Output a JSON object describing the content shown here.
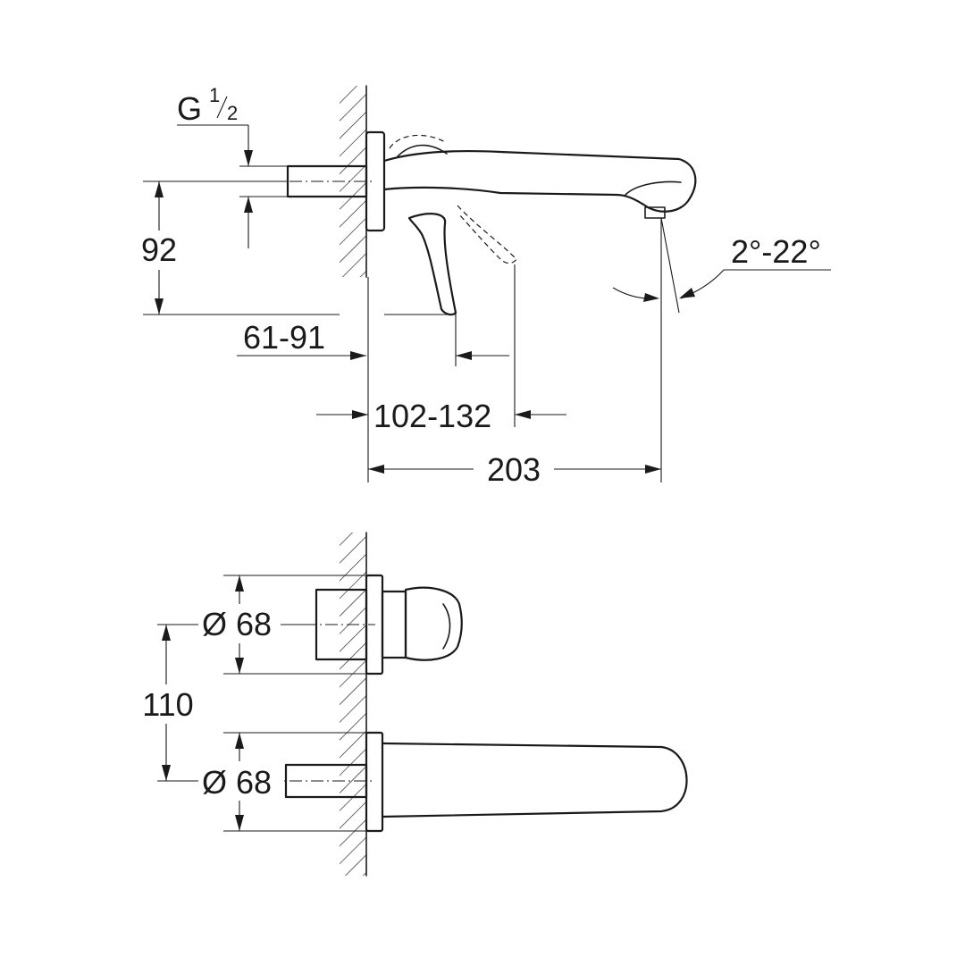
{
  "side_view": {
    "thread": {
      "letter": "G",
      "numerator": "1",
      "denominator": "2"
    },
    "height": "92",
    "wall_depth": "61-91",
    "lever_reach": "102-132",
    "spout_length": "203",
    "tilt_angle": "2°-22°"
  },
  "front_view": {
    "upper_rosette": "Ø 68",
    "spacing": "110",
    "lower_rosette": "Ø 68"
  }
}
